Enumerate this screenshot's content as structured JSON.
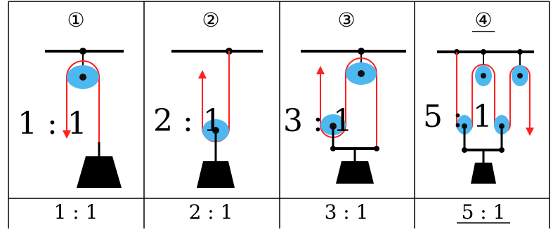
{
  "panels": [
    {
      "number": "①",
      "diagram_ratio": "1 : 1",
      "caption": "1 : 1",
      "underlined": false
    },
    {
      "number": "②",
      "diagram_ratio": "2 : 1",
      "caption": "2 : 1",
      "underlined": false
    },
    {
      "number": "③",
      "diagram_ratio": "3 : 1",
      "caption": "3 : 1",
      "underlined": false
    },
    {
      "number": "④",
      "diagram_ratio": "5 : 1",
      "caption": "5 : 1",
      "underlined": true
    }
  ],
  "colors": {
    "rope": "#ff2020",
    "pulley": "#4db8f0",
    "structure": "#000000",
    "border": "#000000"
  }
}
